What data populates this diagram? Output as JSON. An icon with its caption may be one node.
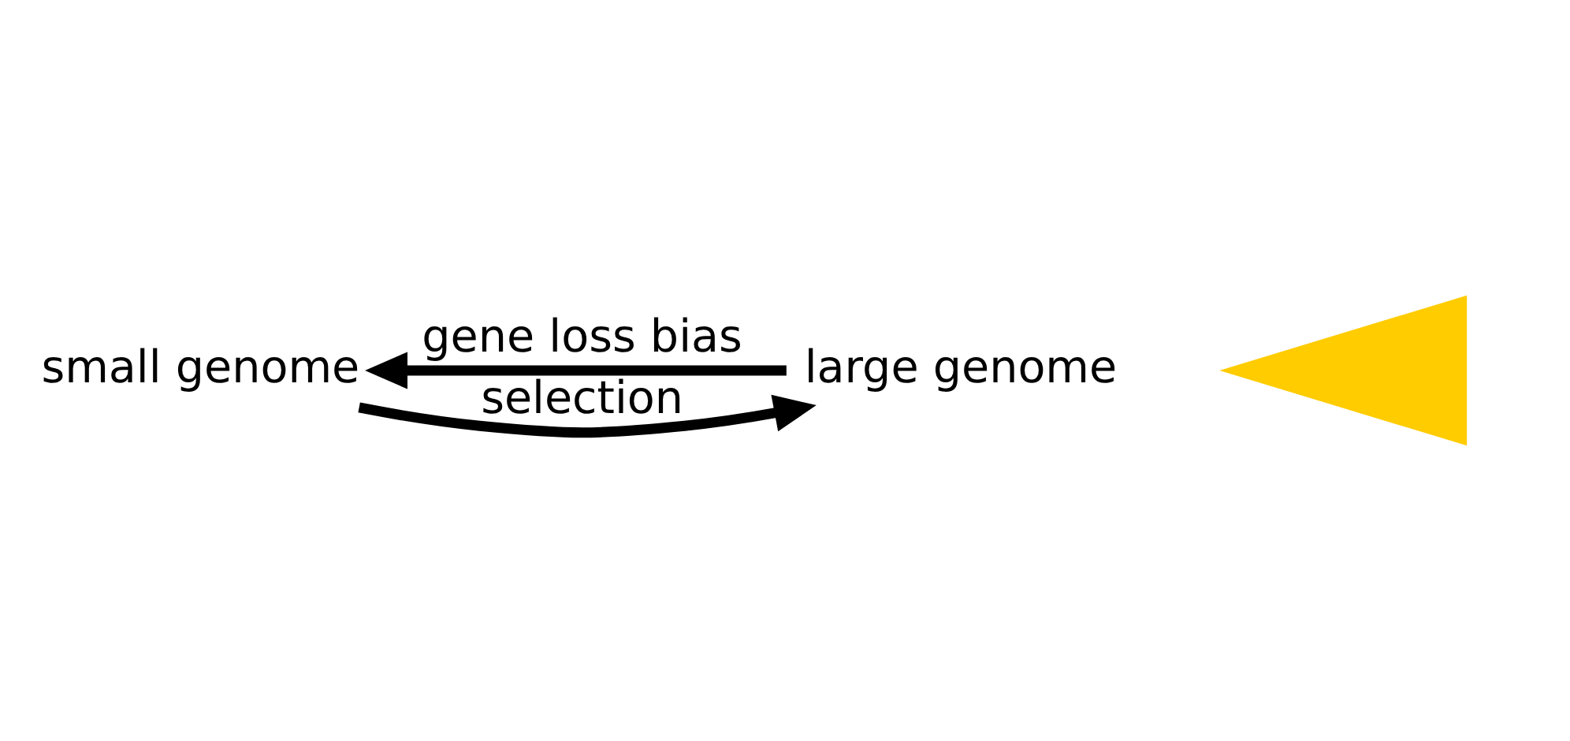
{
  "diagram": {
    "nodes": [
      {
        "text": [
          "small genome"
        ]
      },
      {
        "text": [],
        "shape": "triangle"
      },
      {
        "text": [
          "large genome"
        ]
      }
    ],
    "edges": [
      {
        "from": 0,
        "to": 2,
        "arrow": "to",
        "label": "selection"
      },
      {
        "from": 2,
        "to": 0,
        "arrow": "to",
        "label": "gene loss bias"
      }
    ]
  }
}
